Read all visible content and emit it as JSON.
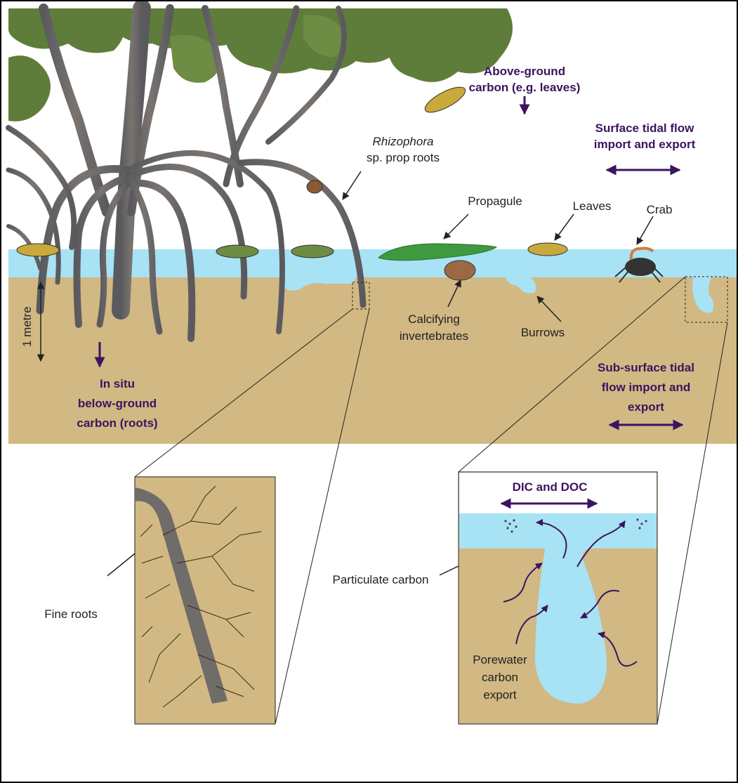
{
  "colors": {
    "water": "#a8e2f5",
    "sediment": "#d2b882",
    "accent": "#3b1460",
    "root": "#6f6c6a",
    "leaf_dark": "#5f7d3a",
    "leaf_yellow": "#c9a83c",
    "propagule": "#3f9a3f"
  },
  "labels": {
    "above_ground": [
      "Above-ground",
      "carbon (e.g. leaves)"
    ],
    "surface_tidal": [
      "Surface tidal flow",
      "import and export"
    ],
    "rhizophora_italic": "Rhizophora",
    "rhizophora_rest": "sp. prop roots",
    "propagule": "Propagule",
    "leaves": "Leaves",
    "crab": "Crab",
    "one_metre": "1 metre",
    "calcifying": [
      "Calcifying",
      "invertebrates"
    ],
    "burrows": "Burrows",
    "in_situ": [
      "In situ",
      "below-ground",
      "carbon (roots)"
    ],
    "sub_surface": [
      "Sub-surface tidal",
      "flow import and",
      "export"
    ],
    "dic_doc": "DIC and DOC",
    "fine_roots": "Fine roots",
    "particulate": "Particulate carbon",
    "porewater": [
      "Porewater",
      "carbon",
      "export"
    ]
  }
}
